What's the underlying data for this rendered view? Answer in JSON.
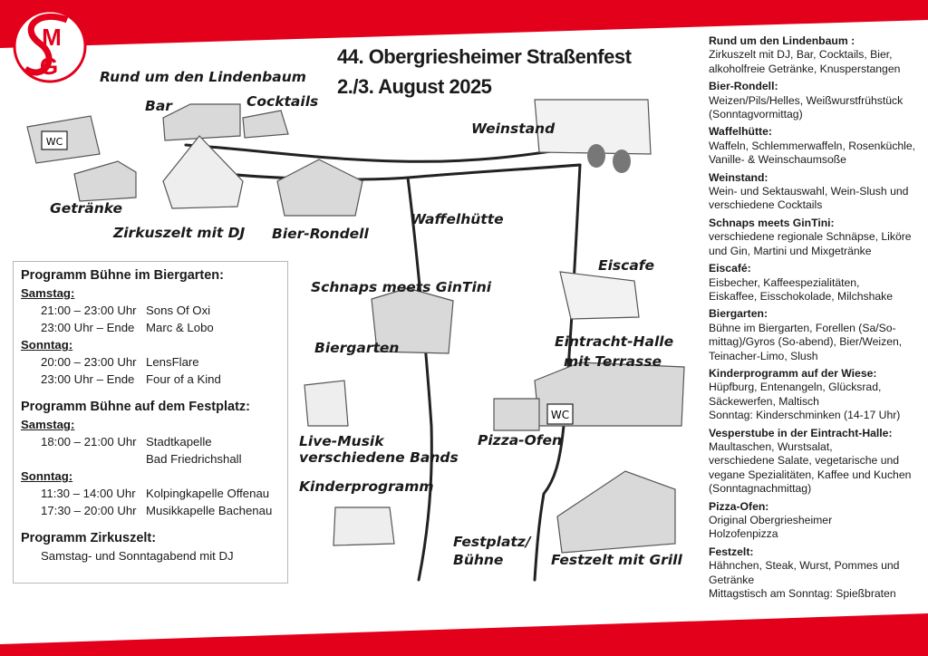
{
  "colors": {
    "brand_red": "#e2001a",
    "road": "#222222",
    "sketch_gray": "#d9d9d9"
  },
  "logo": {
    "letters": "MSG"
  },
  "title": {
    "line1": "44. Obergriesheimer Straßenfest",
    "line2": "2./3. August 2025"
  },
  "map_labels": {
    "lindenbaum": "Rund um den Lindenbaum",
    "bar": "Bar",
    "cocktails": "Cocktails",
    "weinstand": "Weinstand",
    "getraenke": "Getränke",
    "zirkuszelt": "Zirkuszelt mit DJ",
    "bier_rondell": "Bier-Rondell",
    "waffelhuette": "Waffelhütte",
    "eiscafe": "Eiscafe",
    "schnaps": "Schnaps meets GinTini",
    "biergarten": "Biergarten",
    "eintracht1": "Eintracht-Halle",
    "eintracht2": "mit Terrasse",
    "livemusik1": "Live-Musik",
    "livemusik2": "verschiedene Bands",
    "pizza": "Pizza-Ofen",
    "kinder": "Kinderprogramm",
    "festplatz1": "Festplatz/",
    "festplatz2": "Bühne",
    "festzelt": "Festzelt mit Grill",
    "wc": "WC"
  },
  "program": {
    "biergarten": {
      "title": "Programm Bühne im Biergarten:",
      "days": [
        {
          "day": "Samstag:",
          "rows": [
            {
              "time": "21:00 – 23:00 Uhr",
              "act": "Sons Of Oxi"
            },
            {
              "time": "23:00 Uhr – Ende",
              "act": "Marc & Lobo"
            }
          ]
        },
        {
          "day": "Sonntag:",
          "rows": [
            {
              "time": "20:00 – 23:00 Uhr",
              "act": "LensFlare"
            },
            {
              "time": "23:00 Uhr – Ende",
              "act": "Four of a Kind"
            }
          ]
        }
      ]
    },
    "festplatz": {
      "title": "Programm Bühne auf dem Festplatz:",
      "days": [
        {
          "day": "Samstag:",
          "rows": [
            {
              "time": "18:00 – 21:00 Uhr",
              "act": "Stadtkapelle"
            },
            {
              "time": "",
              "act": "Bad Friedrichshall"
            }
          ]
        },
        {
          "day": "Sonntag:",
          "rows": [
            {
              "time": "11:30 – 14:00 Uhr",
              "act": "Kolpingkapelle Offenau"
            },
            {
              "time": "17:30 – 20:00 Uhr",
              "act": "Musikkapelle Bachenau"
            }
          ]
        }
      ]
    },
    "zirkuszelt": {
      "title": "Programm Zirkuszelt:",
      "text": "Samstag- und Sonntagabend mit DJ"
    }
  },
  "info": [
    {
      "h": "Rund um den Lindenbaum :",
      "t": [
        "Zirkuszelt mit DJ, Bar, Cocktails, Bier,",
        "alkoholfreie Getränke, Knusperstangen"
      ]
    },
    {
      "h": "Bier-Rondell:",
      "t": [
        "Weizen/Pils/Helles, Weißwurstfrühstück",
        "(Sonntagvormittag)"
      ]
    },
    {
      "h": "Waffelhütte:",
      "t": [
        "Waffeln, Schlemmerwaffeln, Rosenküchle,",
        "Vanille- & Weinschaumsoße"
      ]
    },
    {
      "h": "Weinstand:",
      "t": [
        "Wein- und Sektauswahl, Wein-Slush und",
        "verschiedene Cocktails"
      ]
    },
    {
      "h": "Schnaps meets GinTini:",
      "t": [
        "verschiedene regionale Schnäpse, Liköre",
        "und Gin, Martini und Mixgetränke"
      ]
    },
    {
      "h": "Eiscafé:",
      "t": [
        "Eisbecher, Kaffeespezialitäten,",
        "Eiskaffee, Eisschokolade, Milchshake"
      ]
    },
    {
      "h": "Biergarten:",
      "t": [
        "Bühne im Biergarten, Forellen (Sa/So-",
        "mittag)/Gyros (So-abend), Bier/Weizen,",
        "Teinacher-Limo, Slush"
      ]
    },
    {
      "h": "Kinderprogramm auf der Wiese:",
      "t": [
        "Hüpfburg, Entenangeln, Glücksrad,",
        "Säckewerfen, Maltisch",
        "Sonntag: Kinderschminken (14-17 Uhr)"
      ]
    },
    {
      "h": "Vesperstube in der Eintracht-Halle:",
      "t": [
        "Maultaschen, Wurstsalat,",
        "verschiedene Salate, vegetarische und",
        "vegane Spezialitäten, Kaffee und Kuchen",
        "(Sonntagnachmittag)"
      ]
    },
    {
      "h": "Pizza-Ofen:",
      "t": [
        "Original Obergriesheimer",
        "Holzofenpizza"
      ]
    },
    {
      "h": "Festzelt:",
      "t": [
        "Hähnchen, Steak, Wurst, Pommes und",
        "Getränke",
        "Mittagstisch am Sonntag: Spießbraten"
      ]
    }
  ]
}
